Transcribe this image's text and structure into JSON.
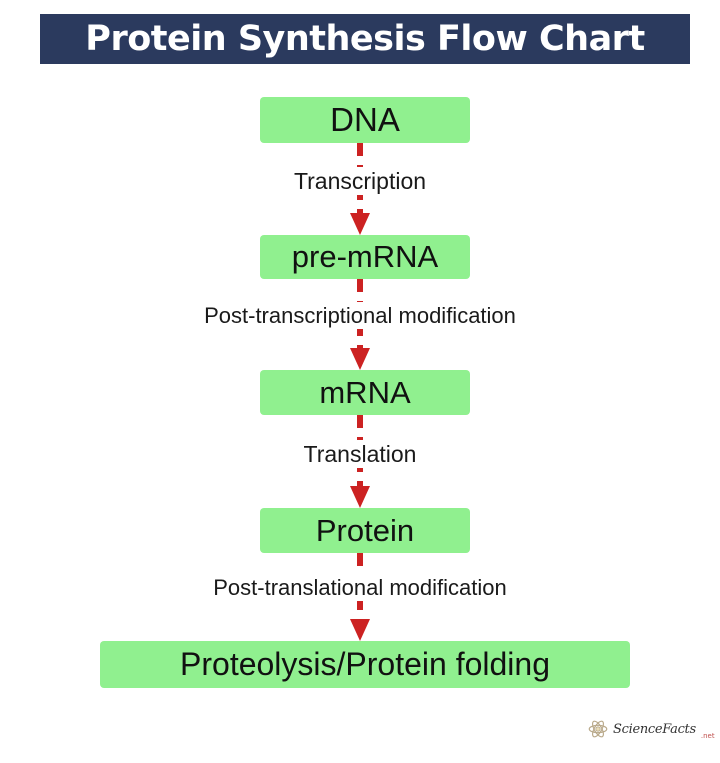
{
  "title": "Protein Synthesis Flow Chart",
  "colors": {
    "title_bar": "#2b3a5e",
    "title_text": "#ffffff",
    "node_fill": "#90f08f",
    "node_text": "#111111",
    "arrow": "#cc2222",
    "label_text": "#1a1a1a",
    "background": "#ffffff"
  },
  "chart_data": {
    "type": "diagram",
    "title": "Protein Synthesis Flow Chart",
    "orientation": "vertical-top-to-bottom",
    "nodes": [
      {
        "id": "dna",
        "label": "DNA"
      },
      {
        "id": "pre-mrna",
        "label": "pre-mRNA"
      },
      {
        "id": "mrna",
        "label": "mRNA"
      },
      {
        "id": "protein",
        "label": "Protein"
      },
      {
        "id": "proteolysis",
        "label": "Proteolysis/Protein folding"
      }
    ],
    "edges": [
      {
        "from": "dna",
        "to": "pre-mrna",
        "label": "Transcription",
        "style": "dashed-arrow",
        "color": "#cc2222"
      },
      {
        "from": "pre-mrna",
        "to": "mrna",
        "label": "Post-transcriptional modification",
        "style": "dashed-arrow",
        "color": "#cc2222"
      },
      {
        "from": "mrna",
        "to": "protein",
        "label": "Translation",
        "style": "dashed-arrow",
        "color": "#cc2222"
      },
      {
        "from": "protein",
        "to": "proteolysis",
        "label": "Post-translational modification",
        "style": "dashed-arrow",
        "color": "#cc2222"
      }
    ]
  },
  "watermark": {
    "name": "ScienceFacts",
    "tld": ".net",
    "icon": "atom-icon"
  }
}
